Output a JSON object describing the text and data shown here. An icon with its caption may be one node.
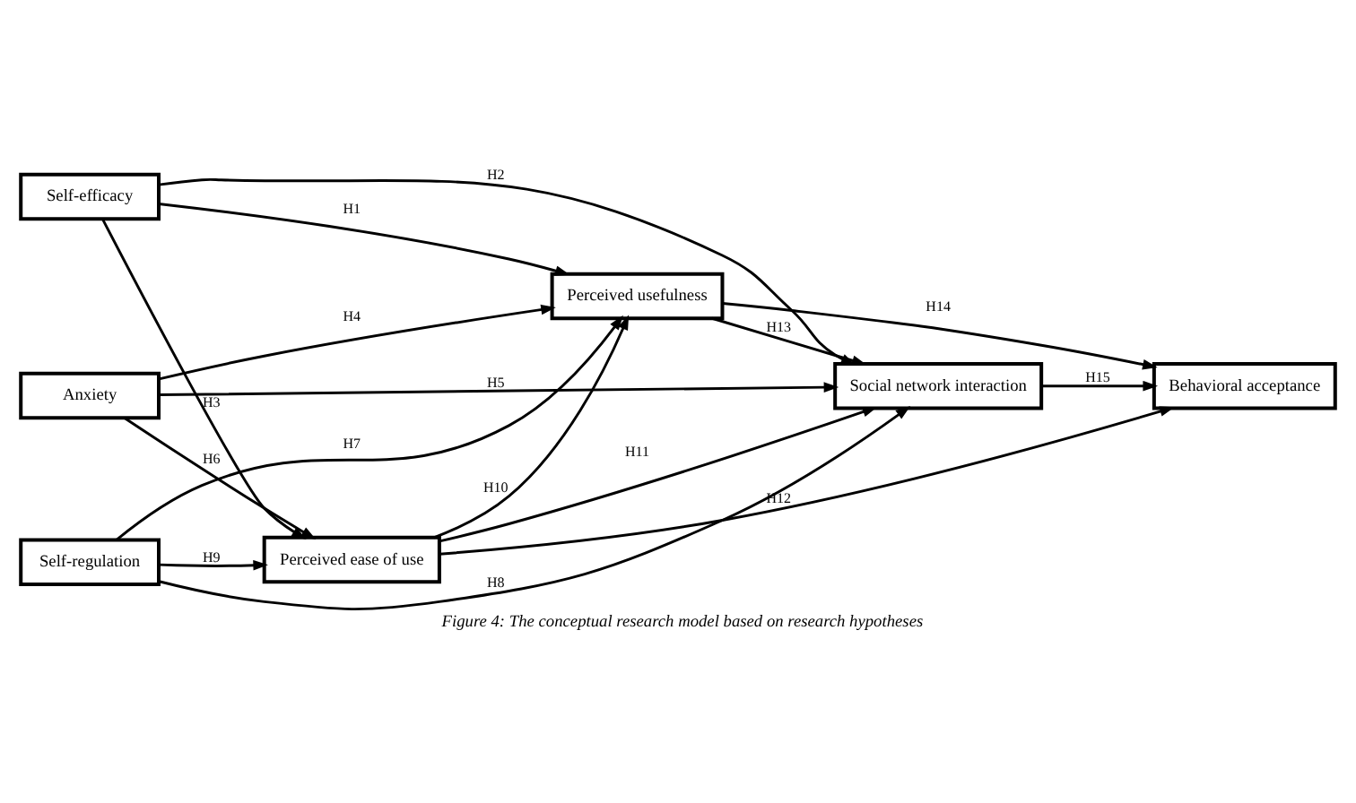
{
  "diagram": {
    "caption": "Figure 4: The conceptual research model based on research hypotheses",
    "nodes": [
      {
        "text": [
          "Self-efficacy"
        ]
      },
      {
        "text": [
          "Anxiety"
        ]
      },
      {
        "text": [
          "Self-regulation"
        ]
      },
      {
        "text": [
          "Perceived usefulness"
        ]
      },
      {
        "text": [
          "Social network interaction"
        ]
      },
      {
        "text": [
          "Perceived ease of use"
        ]
      },
      {
        "text": [
          "Behavioral acceptance"
        ]
      }
    ],
    "edges": [
      {
        "from": 0,
        "to": 3,
        "arrow": "to",
        "label": "H1"
      },
      {
        "from": 0,
        "to": 4,
        "arrow": "to",
        "label": "H2"
      },
      {
        "from": 0,
        "to": 5,
        "arrow": "to",
        "label": "H3"
      },
      {
        "from": 1,
        "to": 3,
        "arrow": "to",
        "label": "H4"
      },
      {
        "from": 1,
        "to": 4,
        "arrow": "to",
        "label": "H5"
      },
      {
        "from": 1,
        "to": 5,
        "arrow": "to",
        "label": "H6"
      },
      {
        "from": 2,
        "to": 3,
        "arrow": "to",
        "label": "H7"
      },
      {
        "from": 2,
        "to": 4,
        "arrow": "to",
        "label": "H8"
      },
      {
        "from": 2,
        "to": 5,
        "arrow": "to",
        "label": "H9"
      },
      {
        "from": 5,
        "to": 3,
        "arrow": "to",
        "label": "H10"
      },
      {
        "from": 5,
        "to": 4,
        "arrow": "to",
        "label": "H11"
      },
      {
        "from": 5,
        "to": 6,
        "arrow": "to",
        "label": "H12"
      },
      {
        "from": 3,
        "to": 4,
        "arrow": "to",
        "label": "H13"
      },
      {
        "from": 3,
        "to": 6,
        "arrow": "to",
        "label": "H14"
      },
      {
        "from": 4,
        "to": 6,
        "arrow": "to",
        "label": "H15"
      }
    ]
  }
}
